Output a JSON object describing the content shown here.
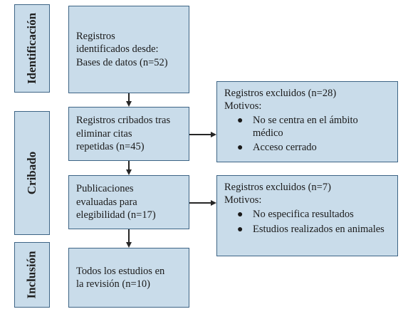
{
  "phases": {
    "identification": "Identificación",
    "screening": "Cribado",
    "inclusion": "Inclusión"
  },
  "boxes": {
    "identified": [
      "Registros",
      "identificados desde:",
      "Bases de datos (n=52)"
    ],
    "screened": [
      "Registros cribados tras",
      "eliminar citas",
      "repetidas (n=45)"
    ],
    "eligibility": [
      "Publicaciones",
      "evaluadas para",
      "elegibilidad (n=17)"
    ],
    "included": [
      "Todos los estudios en",
      "la revisión (n=10)"
    ]
  },
  "excluded_1": {
    "title": "Registros excluidos (n=28)",
    "reasons_label": "Motivos:",
    "reasons": [
      "No se centra en el ámbito médico",
      "Acceso cerrado"
    ]
  },
  "excluded_2": {
    "title": "Registros excluidos (n=7)",
    "reasons_label": "Motivos:",
    "reasons": [
      "No especifica resultados",
      "Estudios realizados en animales"
    ]
  },
  "colors": {
    "box_fill": "#c9dcea",
    "box_border": "#3d6485",
    "arrow": "#262626"
  }
}
